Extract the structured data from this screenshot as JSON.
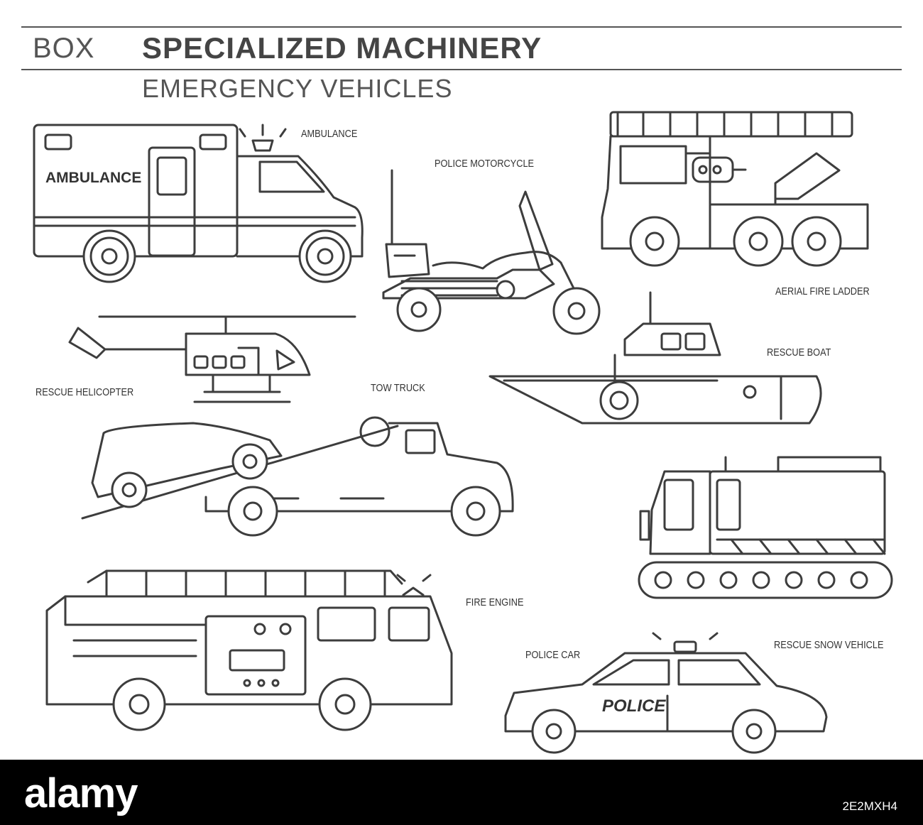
{
  "header": {
    "box_label": "BOX",
    "title": "SPECIALIZED MACHINERY",
    "subtitle": "EMERGENCY VEHICLES"
  },
  "captions": {
    "ambulance": "AMBULANCE",
    "police_motorcycle": "POLICE MOTORCYCLE",
    "aerial_fire_ladder": "AERIAL FIRE LADDER",
    "rescue_boat": "RESCUE BOAT",
    "rescue_helicopter": "RESCUE HELICOPTER",
    "tow_truck": "TOW TRUCK",
    "fire_engine": "FIRE ENGINE",
    "police_car": "POLICE CAR",
    "rescue_snow_vehicle": "RESCUE SNOW VEHICLE"
  },
  "vehicle_text": {
    "ambulance_side": "AMBULANCE",
    "police_door": "POLICE"
  },
  "footer": {
    "brand": "alamy",
    "stock_id": "2E2MXH4"
  },
  "colors": {
    "line": "#3d3d3d",
    "footer_bg": "#000000",
    "footer_text": "#ffffff"
  }
}
